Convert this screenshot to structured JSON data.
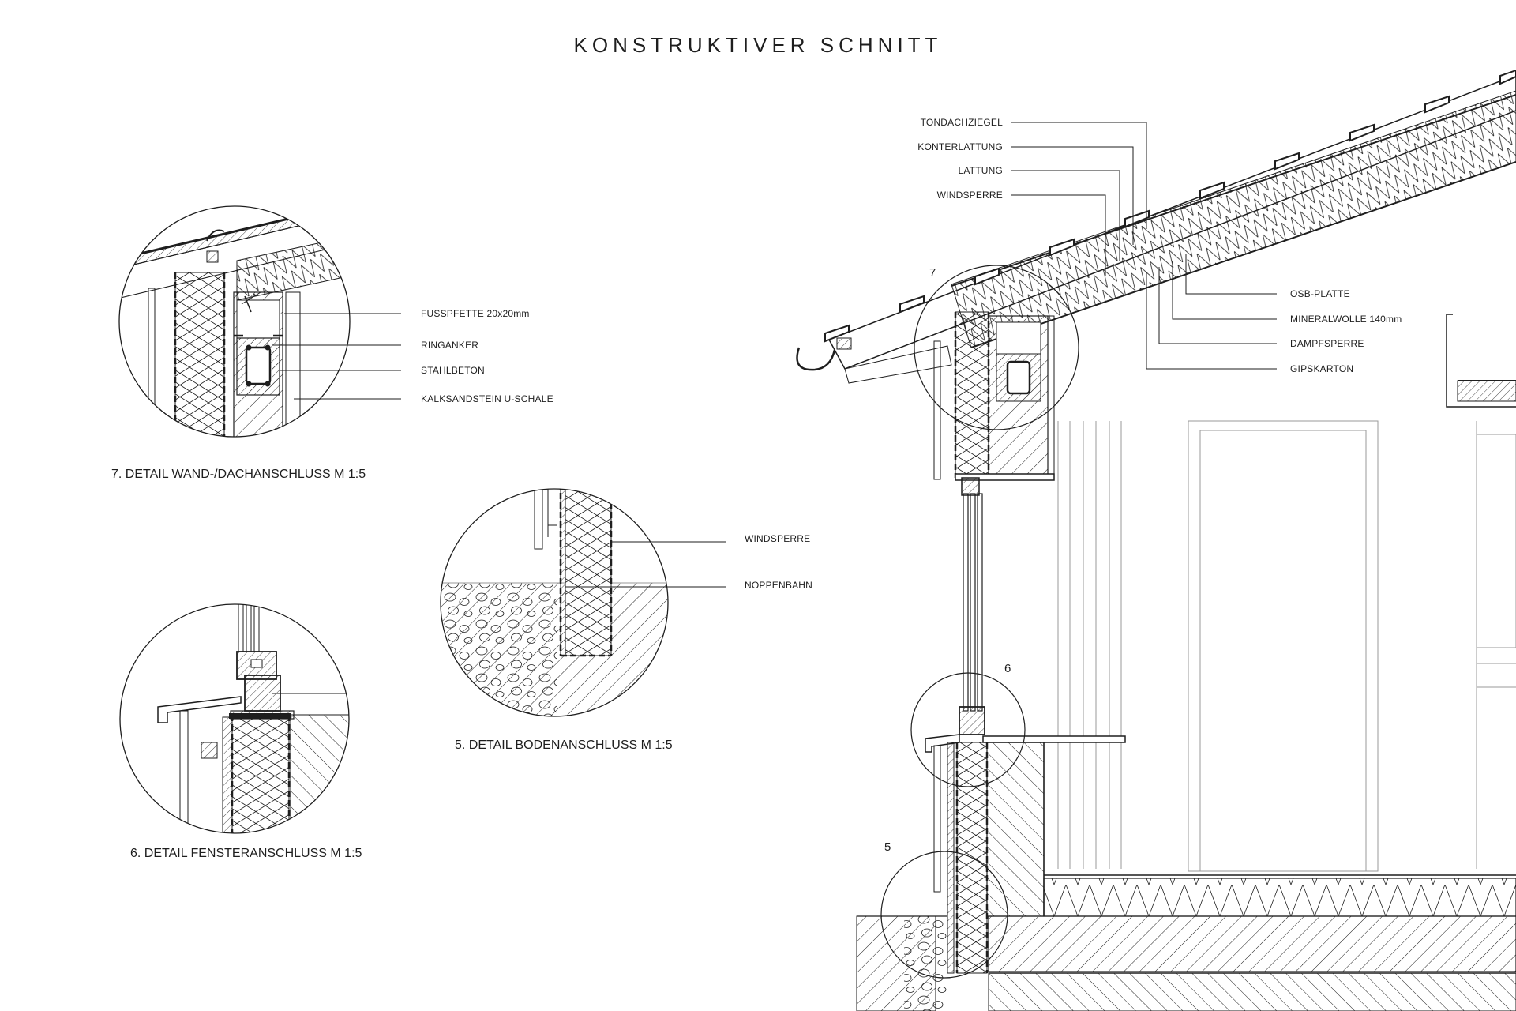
{
  "title": "KONSTRUKTIVER SCHNITT",
  "details": {
    "d7": {
      "caption": "7. DETAIL WAND-/DACHANSCHLUSS M 1:5",
      "labels": [
        "FUSSPFETTE 20x20mm",
        "RINGANKER",
        "STAHLBETON",
        "KALKSANDSTEIN U-SCHALE"
      ]
    },
    "d6": {
      "caption": "6. DETAIL FENSTERANSCHLUSS M 1:5"
    },
    "d5": {
      "caption": "5. DETAIL BODENANSCHLUSS M 1:5",
      "labels": [
        "WINDSPERRE",
        "NOPPENBAHN"
      ]
    }
  },
  "section": {
    "roof_labels_left": [
      "TONDACHZIEGEL",
      "KONTERLATTUNG",
      "LATTUNG",
      "WINDSPERRE"
    ],
    "roof_labels_right": [
      "OSB-PLATTE",
      "MINERALWOLLE 140mm",
      "DAMPFSPERRE",
      "GIPSKARTON"
    ],
    "markers": [
      "7",
      "6",
      "5"
    ]
  },
  "colors": {
    "ink": "#1e1e1e",
    "paper": "#ffffff",
    "light": "#9a9a9a"
  }
}
